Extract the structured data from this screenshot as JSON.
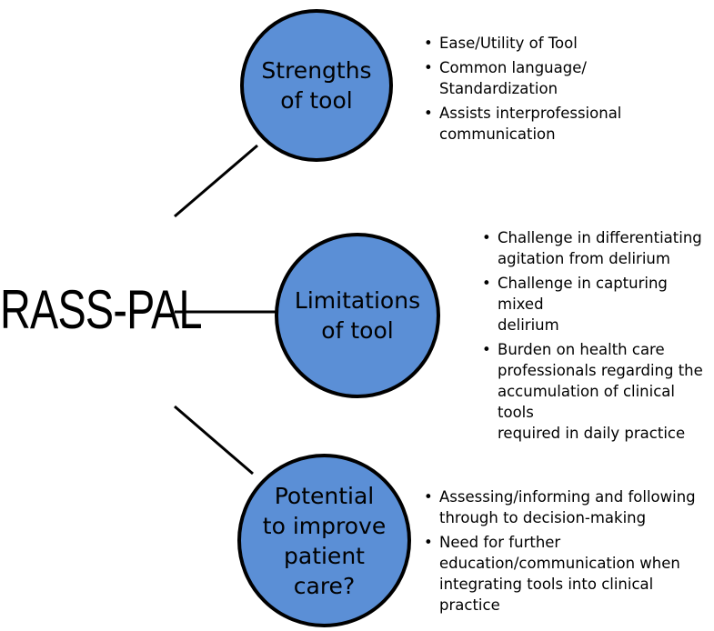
{
  "root": {
    "label": "RASS-PAL"
  },
  "nodes": [
    {
      "id": "strengths",
      "label": "Strengths\nof tool",
      "bullets": [
        "Ease/Utility of Tool",
        "Common language/\nStandardization",
        "Assists interprofessional\ncommunication"
      ]
    },
    {
      "id": "limitations",
      "label": "Limitations\nof tool",
      "bullets": [
        "Challenge in differentiating\nagitation from delirium",
        "Challenge in capturing mixed\ndelirium",
        "Burden on health care\nprofessionals regarding the\naccumulation of clinical tools\nrequired in daily practice"
      ]
    },
    {
      "id": "potential",
      "label": "Potential\nto improve\npatient\ncare?",
      "bullets": [
        "Assessing/informing and following\nthrough to decision-making",
        "Need for further\neducation/communication when\nintegrating tools into clinical practice"
      ]
    }
  ],
  "colors": {
    "node_fill": "#5b8fd6",
    "node_border": "#000000",
    "connector": "#000000"
  }
}
